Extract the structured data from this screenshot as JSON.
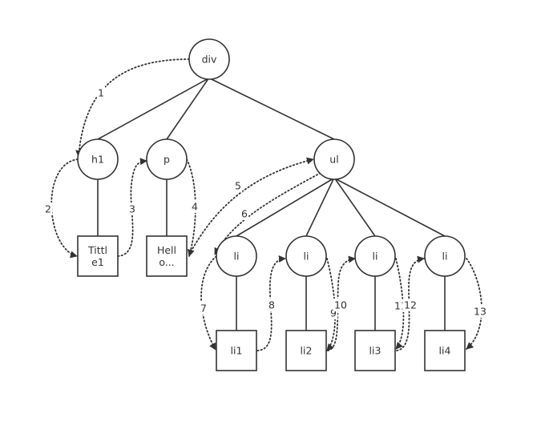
{
  "nodes": [
    {
      "id": "div",
      "shape": "circle",
      "lines": [
        "div"
      ]
    },
    {
      "id": "h1",
      "shape": "circle",
      "lines": [
        "h1"
      ]
    },
    {
      "id": "p",
      "shape": "circle",
      "lines": [
        "p"
      ]
    },
    {
      "id": "ul",
      "shape": "circle",
      "lines": [
        "ul"
      ]
    },
    {
      "id": "t1",
      "shape": "box",
      "lines": [
        "Tittl",
        "e1"
      ]
    },
    {
      "id": "t2",
      "shape": "box",
      "lines": [
        "Hell",
        "o..."
      ]
    },
    {
      "id": "li_a",
      "shape": "circle",
      "lines": [
        "li"
      ]
    },
    {
      "id": "li_b",
      "shape": "circle",
      "lines": [
        "li"
      ]
    },
    {
      "id": "li_c",
      "shape": "circle",
      "lines": [
        "li"
      ]
    },
    {
      "id": "li_d",
      "shape": "circle",
      "lines": [
        "li"
      ]
    },
    {
      "id": "li1",
      "shape": "box",
      "lines": [
        "li1"
      ]
    },
    {
      "id": "li2",
      "shape": "box",
      "lines": [
        "li2"
      ]
    },
    {
      "id": "li3",
      "shape": "box",
      "lines": [
        "li3"
      ]
    },
    {
      "id": "li4",
      "shape": "box",
      "lines": [
        "li4"
      ]
    }
  ],
  "tree_edges": [
    {
      "from": "div",
      "to": "h1"
    },
    {
      "from": "div",
      "to": "p"
    },
    {
      "from": "div",
      "to": "ul"
    },
    {
      "from": "h1",
      "to": "t1"
    },
    {
      "from": "p",
      "to": "t2"
    },
    {
      "from": "ul",
      "to": "li_a"
    },
    {
      "from": "ul",
      "to": "li_b"
    },
    {
      "from": "ul",
      "to": "li_c"
    },
    {
      "from": "ul",
      "to": "li_d"
    },
    {
      "from": "li_a",
      "to": "li1"
    },
    {
      "from": "li_b",
      "to": "li2"
    },
    {
      "from": "li_c",
      "to": "li3"
    },
    {
      "from": "li_d",
      "to": "li4"
    }
  ],
  "traversal_steps": [
    {
      "label": "1",
      "from": "div",
      "to": "h1"
    },
    {
      "label": "2",
      "from": "h1",
      "to": "t1"
    },
    {
      "label": "3",
      "from": "t1",
      "to": "p"
    },
    {
      "label": "4",
      "from": "p",
      "to": "t2"
    },
    {
      "label": "5",
      "from": "t2",
      "to": "ul"
    },
    {
      "label": "6",
      "from": "ul",
      "to": "li_a"
    },
    {
      "label": "7",
      "from": "li_a",
      "to": "li1"
    },
    {
      "label": "8",
      "from": "li1",
      "to": "li_b"
    },
    {
      "label": "9",
      "from": "li_b",
      "to": "li2"
    },
    {
      "label": "10",
      "from": "li2",
      "to": "li_c"
    },
    {
      "label": "11",
      "from": "li_c",
      "to": "li3"
    },
    {
      "label": "12",
      "from": "li3",
      "to": "li_d"
    },
    {
      "label": "13",
      "from": "li_d",
      "to": "li4"
    }
  ]
}
